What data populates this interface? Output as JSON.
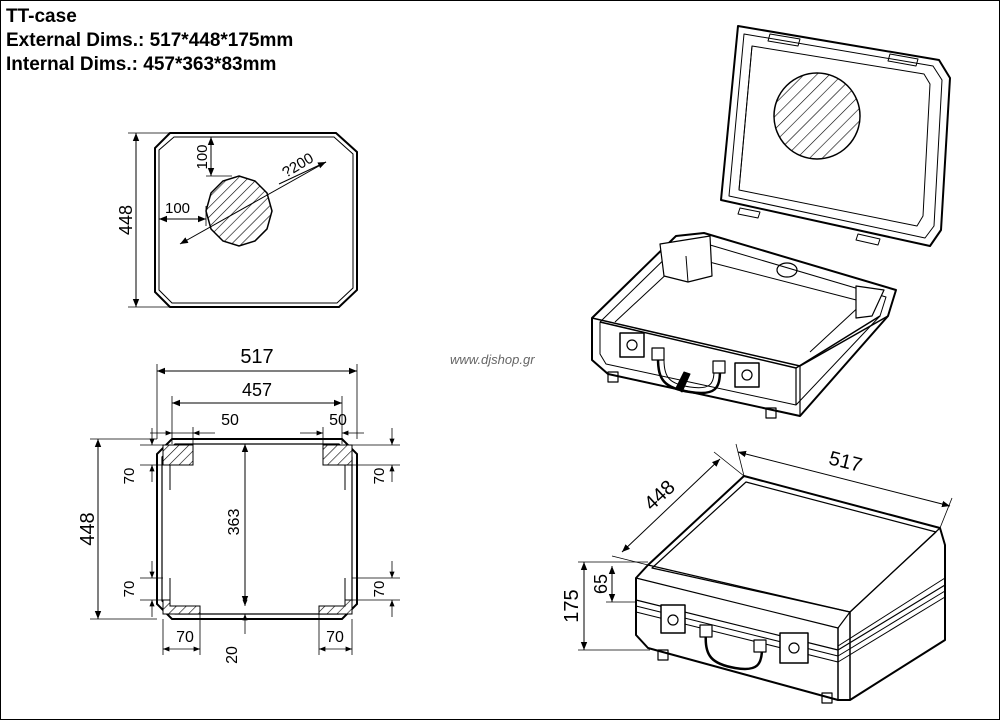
{
  "header": {
    "title": "TT-case",
    "external_dims": "External Dims.: 517*448*175mm",
    "internal_dims": "Internal Dims.: 457*363*83mm"
  },
  "watermark": "www.djshop.gr",
  "top_view": {
    "height": "448",
    "cut_top_offset": "100",
    "cut_left_offset": "100",
    "cut_diameter": "?200"
  },
  "inner_plan": {
    "outer_width": "517",
    "inner_width": "457",
    "left_wall": "50",
    "right_wall": "50",
    "outer_height": "448",
    "inner_height": "363",
    "corner_top_left": "70",
    "corner_top_right": "70",
    "corner_bottom_left": "70",
    "corner_bottom_right": "70",
    "corner_bottom_left_w": "70",
    "corner_bottom_right_w": "70",
    "bottom_wall": "20"
  },
  "closed_case": {
    "length": "517",
    "depth": "448",
    "height": "175",
    "lid_height": "65"
  },
  "colors": {
    "line": "#000000",
    "watermark": "#666666"
  }
}
